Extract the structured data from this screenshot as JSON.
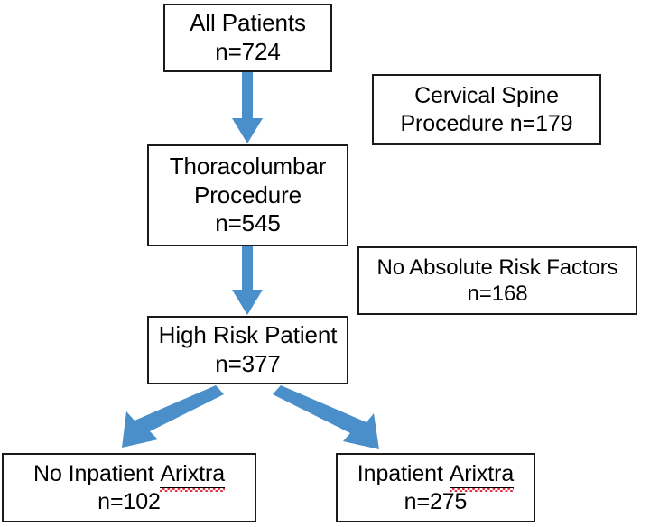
{
  "figure": {
    "type": "flowchart",
    "orientation": "top-down",
    "background_color": "#ffffff",
    "box_border_color": "#1a1a1a",
    "arrow_color": "#4a8fc9",
    "spellcheck_underline_color": "#e03040"
  },
  "nodes": {
    "all_patients": {
      "line1": "All Patients",
      "line2": "n=724",
      "count": 724
    },
    "cervical": {
      "line1": "Cervical Spine",
      "line2": "Procedure n=179",
      "count": 179
    },
    "thoracolumbar": {
      "line1": "Thoracolumbar",
      "line2": "Procedure",
      "line3": "n=545",
      "count": 545
    },
    "no_absolute_risk": {
      "line1": "No Absolute Risk Factors",
      "line2": "n=168",
      "count": 168
    },
    "high_risk": {
      "line1": "High Risk Patient",
      "line2": "n=377",
      "count": 377
    },
    "no_inpatient_arixtra": {
      "prefix": "No Inpatient ",
      "misspelled_word": "Arixtra",
      "line2": "n=102",
      "count": 102
    },
    "inpatient_arixtra": {
      "prefix": "Inpatient ",
      "misspelled_word": "Arixtra",
      "line2": "n=275",
      "count": 275
    }
  },
  "edges": [
    {
      "name": "all-patients-to-thoracolumbar",
      "from": "all_patients",
      "to": "thoracolumbar",
      "style": "vertical-down"
    },
    {
      "name": "thoracolumbar-to-high-risk",
      "from": "thoracolumbar",
      "to": "high_risk",
      "style": "vertical-down"
    },
    {
      "name": "high-risk-to-no-inpatient",
      "from": "high_risk",
      "to": "no_inpatient_arixtra",
      "style": "diagonal-down-left"
    },
    {
      "name": "high-risk-to-inpatient",
      "from": "high_risk",
      "to": "inpatient_arixtra",
      "style": "diagonal-down-right"
    }
  ],
  "chart_data": {
    "type": "flow",
    "title": "",
    "nodes": [
      {
        "id": "all_patients",
        "label": "All Patients",
        "value": 724
      },
      {
        "id": "cervical",
        "label": "Cervical Spine Procedure",
        "value": 179
      },
      {
        "id": "thoracolumbar",
        "label": "Thoracolumbar Procedure",
        "value": 545
      },
      {
        "id": "no_absolute_risk",
        "label": "No Absolute Risk Factors",
        "value": 168
      },
      {
        "id": "high_risk",
        "label": "High Risk Patient",
        "value": 377
      },
      {
        "id": "no_inpatient_arixtra",
        "label": "No Inpatient Arixtra",
        "value": 102
      },
      {
        "id": "inpatient_arixtra",
        "label": "Inpatient Arixtra",
        "value": 275
      }
    ],
    "links": [
      {
        "source": "all_patients",
        "target": "thoracolumbar",
        "value": 545
      },
      {
        "source": "all_patients",
        "target": "cervical",
        "value": 179,
        "excluded": true
      },
      {
        "source": "thoracolumbar",
        "target": "high_risk",
        "value": 377
      },
      {
        "source": "thoracolumbar",
        "target": "no_absolute_risk",
        "value": 168,
        "excluded": true
      },
      {
        "source": "high_risk",
        "target": "no_inpatient_arixtra",
        "value": 102
      },
      {
        "source": "high_risk",
        "target": "inpatient_arixtra",
        "value": 275
      }
    ]
  }
}
